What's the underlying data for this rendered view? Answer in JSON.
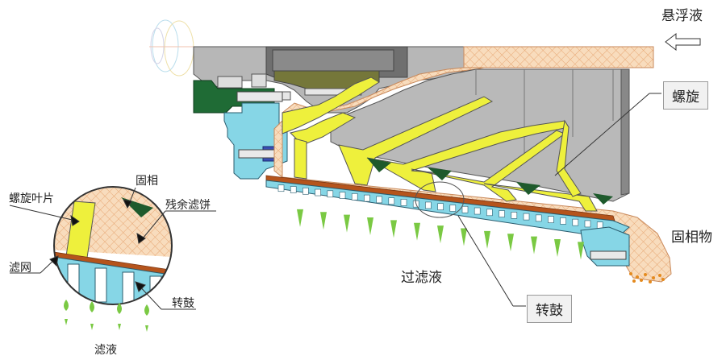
{
  "labels": {
    "suspension": "悬浮液",
    "screw": "螺旋",
    "solids": "固相物",
    "filtrate_main": "过滤液",
    "drum_main": "转鼓",
    "screw_blade": "螺旋叶片",
    "solid_phase": "固相",
    "residual_cake": "残余滤饼",
    "filter_mesh": "滤网",
    "drum_detail": "转鼓",
    "filtrate_detail": "滤液"
  },
  "colors": {
    "housing": "#b7b7b7",
    "housing_dark": "#6f6f6f",
    "olive": "#75773a",
    "green": "#1f6b35",
    "drum": "#86d6e6",
    "screw_yellow": "#eef03c",
    "cake": "#f6d5b2",
    "filter_line": "#b5541c",
    "drop": "#7ac943",
    "solid_dark": "#1e5a2c"
  },
  "icons": [
    "arrow-left-icon",
    "drop-icon"
  ]
}
